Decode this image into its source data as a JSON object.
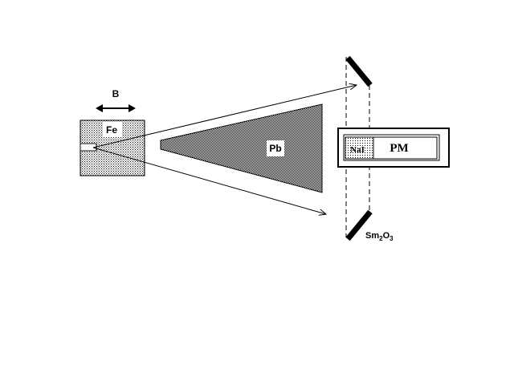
{
  "labels": {
    "field": "B",
    "magnet": "Fe",
    "shield": "Pb",
    "crystal": "NaI",
    "photomultiplier": "PM",
    "scatterer": {
      "base": "Sm",
      "sub1": "2",
      "mid": "O",
      "sub2": "3"
    }
  }
}
